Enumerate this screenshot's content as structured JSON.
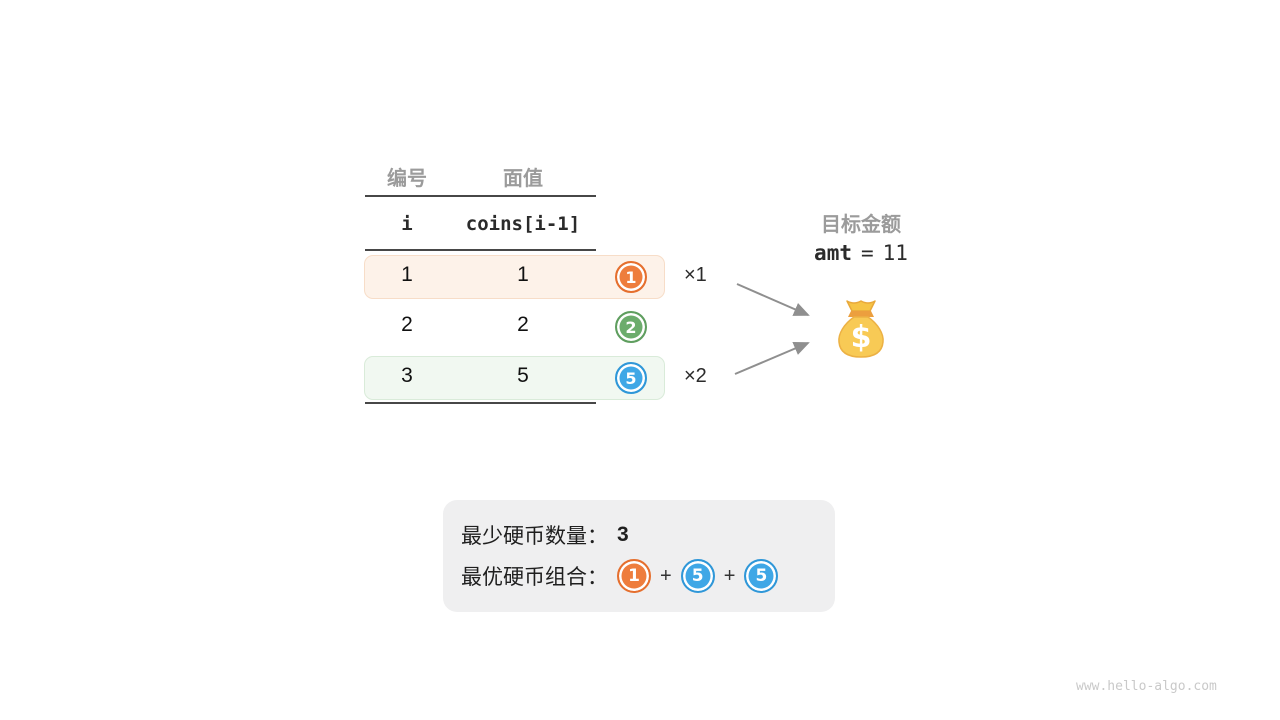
{
  "table": {
    "headers": {
      "col1": "编号",
      "col2": "面值"
    },
    "subheaders": {
      "col1": "i",
      "col2": "coins[i-1]"
    },
    "rows": [
      {
        "index": "1",
        "value": "1",
        "coin": "1",
        "multiplier": "×1"
      },
      {
        "index": "2",
        "value": "2",
        "coin": "2",
        "multiplier": ""
      },
      {
        "index": "3",
        "value": "5",
        "coin": "5",
        "multiplier": "×2"
      }
    ]
  },
  "target": {
    "title": "目标金额",
    "variable": "amt",
    "operator": "=",
    "value": "11"
  },
  "money_bag": {
    "symbol": "$"
  },
  "result": {
    "min_label": "最少硬币数量：",
    "min_value": "3",
    "combo_label": "最优硬币组合：",
    "combo": [
      {
        "coin": "1",
        "color": "orange"
      },
      {
        "coin": "5",
        "color": "blue"
      },
      {
        "coin": "5",
        "color": "blue"
      }
    ],
    "plus": "+"
  },
  "watermark": "www.hello-algo.com",
  "colors": {
    "coin_orange": "#ee7d3d",
    "coin_green": "#6cac6c",
    "coin_blue": "#3fa7e6",
    "row_highlight_orange_bg": "#fdf2e9",
    "row_highlight_green_bg": "#f1f8f1",
    "result_box_bg": "#efeff0",
    "arrow_gray": "#8f8f8f"
  }
}
